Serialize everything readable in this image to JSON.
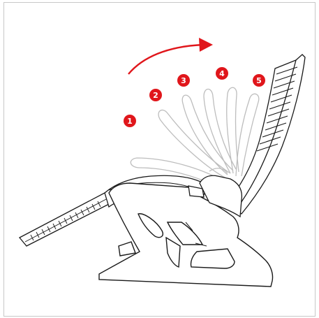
{
  "steps": [
    {
      "number": "1"
    },
    {
      "number": "2"
    },
    {
      "number": "3"
    },
    {
      "number": "4"
    },
    {
      "number": "5"
    }
  ],
  "colors": {
    "accent": "#e0161b",
    "outline": "#1a1a1a",
    "ghost": "#bdbdbd",
    "border": "#c8c8c8"
  },
  "icons": {
    "arrow": "curved-arrow-icon",
    "chair": "recliner-chair-icon"
  }
}
